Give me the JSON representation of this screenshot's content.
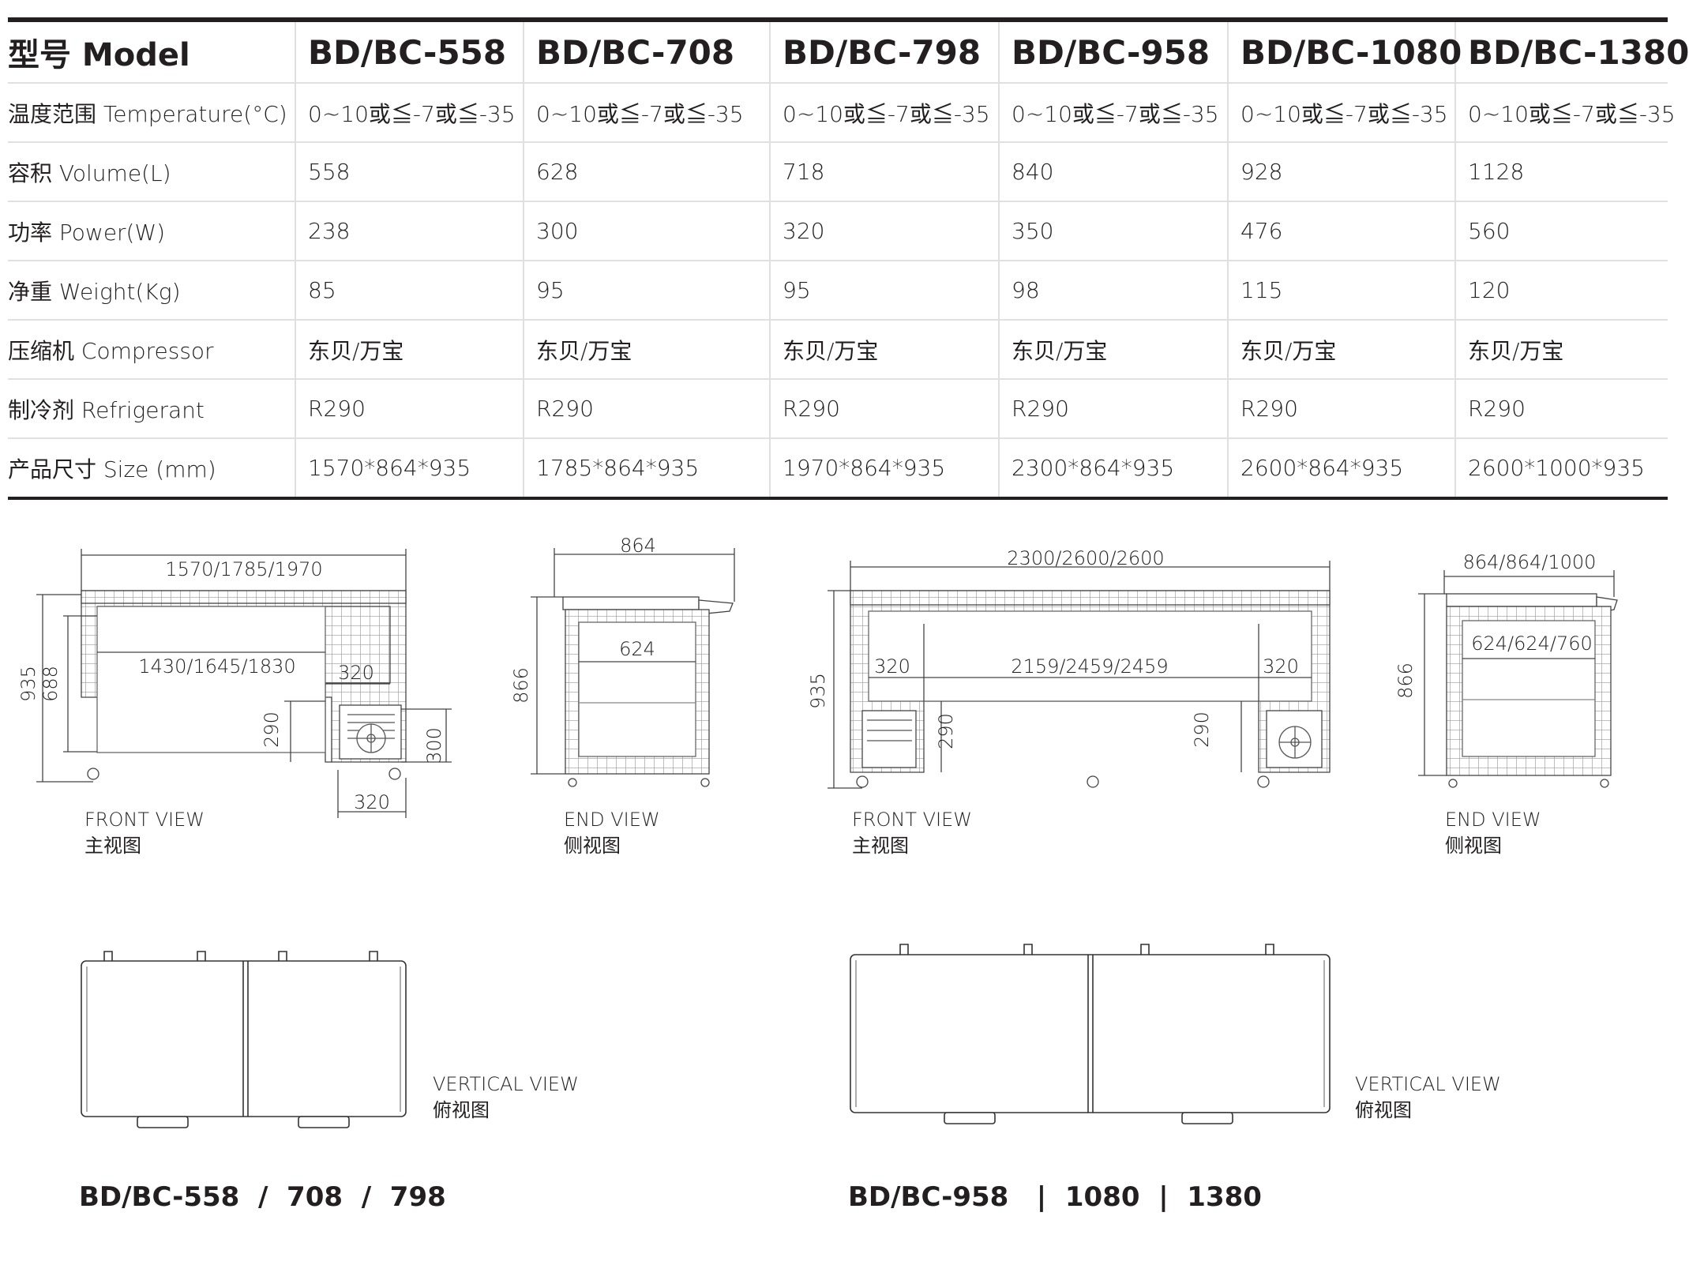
{
  "table": {
    "header": [
      "型号 Model",
      "BD/BC-558",
      "BD/BC-708",
      "BD/BC-798",
      "BD/BC-958",
      "BD/BC-1080",
      "BD/BC-1380"
    ],
    "rows": [
      {
        "label": "温度范围 Temperature(°C)",
        "values": [
          "0~10或≦-7或≦-35",
          "0~10或≦-7或≦-35",
          "0~10或≦-7或≦-35",
          "0~10或≦-7或≦-35",
          "0~10或≦-7或≦-35",
          "0~10或≦-7或≦-35"
        ]
      },
      {
        "label": "容积 Volume(L)",
        "values": [
          "558",
          "628",
          "718",
          "840",
          "928",
          "1128"
        ]
      },
      {
        "label": "功率 Power(W)",
        "values": [
          "238",
          "300",
          "320",
          "350",
          "476",
          "560"
        ]
      },
      {
        "label": "净重 Weight(Kg)",
        "values": [
          "85",
          "95",
          "95",
          "98",
          "115",
          "120"
        ]
      },
      {
        "label": "压缩机 Compressor",
        "values": [
          "东贝/万宝",
          "东贝/万宝",
          "东贝/万宝",
          "东贝/万宝",
          "东贝/万宝",
          "东贝/万宝"
        ]
      },
      {
        "label": "制冷剂 Refrigerant",
        "values": [
          "R290",
          "R290",
          "R290",
          "R290",
          "R290",
          "R290"
        ]
      },
      {
        "label": "产品尺寸 Size (mm)",
        "values": [
          "1570*864*935",
          "1785*864*935",
          "1970*864*935",
          "2300*864*935",
          "2600*864*935",
          "2600*1000*935"
        ]
      }
    ]
  },
  "drawings": {
    "front_a": {
      "width": "1570/1785/1970",
      "height_outer": "935",
      "height_inner": "688",
      "inner_width": "1430/1645/1830",
      "step_width": "320",
      "step_height": "290",
      "comp_height": "300",
      "bottom_width": "320",
      "view_en": "FRONT VIEW",
      "view_cn": "主视图"
    },
    "end_a": {
      "width": "864",
      "inner_width": "624",
      "height": "866",
      "view_en": "END VIEW",
      "view_cn": "侧视图"
    },
    "front_b": {
      "width": "2300/2600/2600",
      "height": "935",
      "inner_width": "2159/2459/2459",
      "step_left": "320",
      "step_right": "320",
      "step_height_left": "290",
      "step_height_right": "290",
      "view_en": "FRONT VIEW",
      "view_cn": "主视图"
    },
    "end_b": {
      "width": "864/864/1000",
      "inner_width": "624/624/760",
      "height": "866",
      "view_en": "END VIEW",
      "view_cn": "侧视图"
    },
    "top_a": {
      "view_en": "VERTICAL VIEW",
      "view_cn": "俯视图"
    },
    "top_b": {
      "view_en": "VERTICAL VIEW",
      "view_cn": "俯视图"
    }
  },
  "series": {
    "a": "BD/BC-558  /  708  /  798",
    "b": "BD/BC-958   |  1080  |  1380"
  }
}
